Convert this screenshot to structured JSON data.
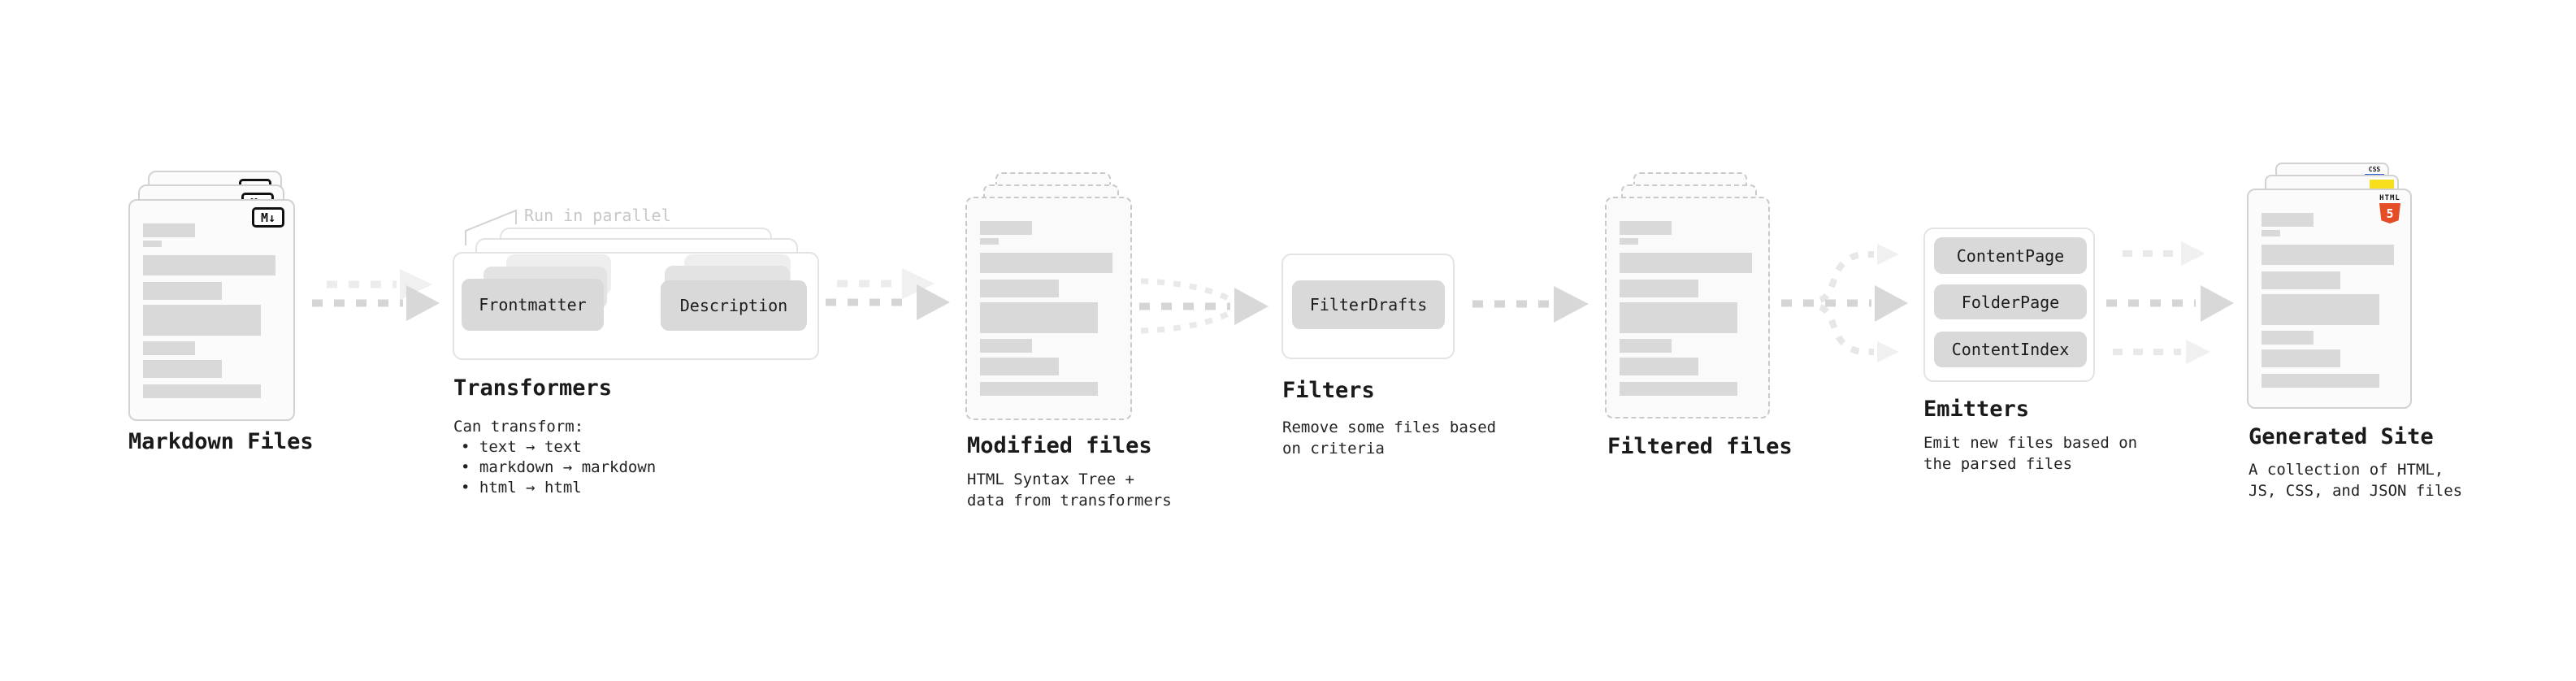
{
  "stages": {
    "markdown_files": {
      "label": "Markdown Files",
      "badge": "M↓"
    },
    "transformers": {
      "title": "Transformers",
      "note": "Run in parallel",
      "pill_left": "Frontmatter",
      "pill_right": "Description",
      "desc_heading": "Can transform:",
      "bullets": [
        "• text → text",
        "• markdown → markdown",
        "• html → html"
      ]
    },
    "modified_files": {
      "label": "Modified files",
      "desc_lines": [
        "HTML Syntax Tree +",
        "data from transformers"
      ]
    },
    "filters": {
      "title": "Filters",
      "pill": "FilterDrafts",
      "desc_lines": [
        "Remove some files based",
        "on criteria"
      ]
    },
    "filtered_files": {
      "label": "Filtered files"
    },
    "emitters": {
      "title": "Emitters",
      "pills": [
        "ContentPage",
        "FolderPage",
        "ContentIndex"
      ],
      "desc_lines": [
        "Emit new files based on",
        "the parsed files"
      ]
    },
    "generated_site": {
      "label": "Generated Site",
      "css_badge": "CSS",
      "html_badge_word": "HTML",
      "html_badge_number": "5",
      "desc_lines": [
        "A collection of HTML,",
        "JS, CSS, and JSON files"
      ]
    }
  },
  "colors": {
    "html5_orange": "#e44d26",
    "js_yellow": "#f7df1e",
    "css_blue": "#2c5fd6",
    "pill_gray": "#d9d9d9",
    "bar_gray": "#d9d9d9",
    "note_gray": "#c7c7c7"
  }
}
